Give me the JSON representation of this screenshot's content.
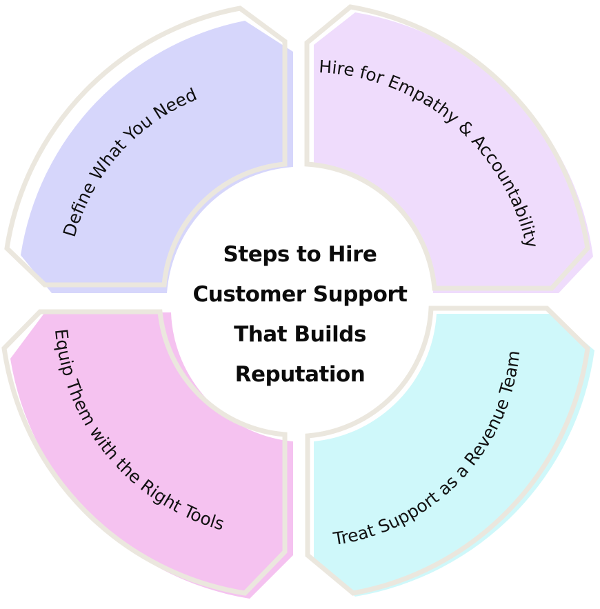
{
  "title": {
    "lines": [
      "Steps to Hire",
      "Customer Support",
      "That Builds",
      "Reputation"
    ]
  },
  "colors": {
    "outline": "#ebe7de",
    "top_left": "#d6d6fb",
    "top_right": "#efdcfc",
    "bottom_left": "#f5c2f0",
    "bottom_right": "#cff8fa",
    "text": "#111111"
  },
  "segments": [
    {
      "id": "top-left",
      "label": "Define What You Need"
    },
    {
      "id": "top-right",
      "label": "Hire for Empathy & Accountability"
    },
    {
      "id": "bottom-left",
      "label": "Equip Them with the Right Tools"
    },
    {
      "id": "bottom-right",
      "label": "Treat Support as a Revenue Team"
    }
  ]
}
